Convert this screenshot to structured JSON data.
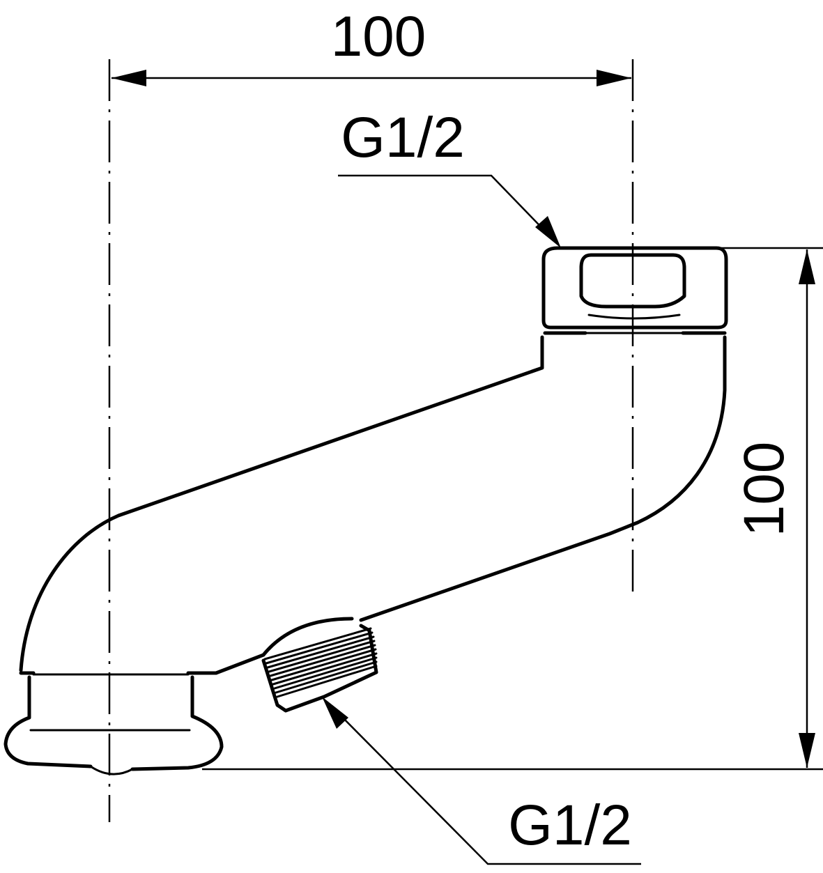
{
  "dimensions": {
    "horizontal": "100",
    "vertical": "100"
  },
  "threads": {
    "outlet": "G1/2",
    "inlet": "G1/2"
  }
}
